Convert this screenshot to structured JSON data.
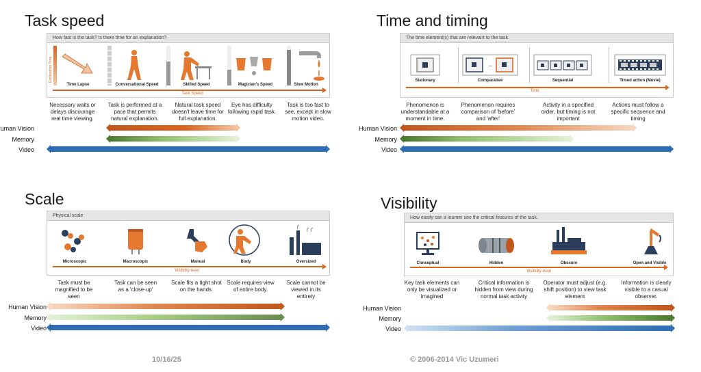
{
  "quadrants": {
    "task_speed": {
      "title": "Task speed",
      "panel_header": "How fast is the task? Is there time for an explanation?",
      "y_axis_label": "Explanation Time",
      "axis_label": "Task Speed",
      "items": [
        "Time Lapse",
        "Conversational Speed",
        "Skilled Speed",
        "Magician's Speed",
        "Slow Motion"
      ],
      "descriptions": [
        "Necessary waits or delays discourage real time viewing.",
        "Task is performed at a pace that permits natural explanation.",
        "Natural task speed doesn't leave time for full explanation.",
        "Eye has difficulty following rapid task.",
        "Task is too fast to see, except in slow motion video."
      ]
    },
    "time_timing": {
      "title": "Time and timing",
      "panel_header": "The time element(s) that are relevant to the task.",
      "axis_label": "Time",
      "items": [
        "Stationary",
        "Comparative",
        "Sequential",
        "Timed action (Movie)"
      ],
      "descriptions": [
        "Phenomenon is understandable at a moment in time.",
        "Phenomenon requires comparison of 'before' and 'after'",
        "Activity in a specified order, but timing is not important",
        "Actions must follow a specific sequence and timing"
      ]
    },
    "scale": {
      "title": "Scale",
      "panel_header": "Physical scale",
      "axis_label": "Visibility level",
      "items": [
        "Microscopic",
        "Macroscopic",
        "Manual",
        "Body",
        "Oversized"
      ],
      "descriptions": [
        "Task must be magnified to be seen",
        "Task can be seen as a 'close-up'",
        "Scale fits a tight shot on the hands.",
        "Scale requires view of entire body.",
        "Scale cannot be viewed in its entirety"
      ]
    },
    "visibility": {
      "title": "Visibility",
      "panel_header": "How easily can a learner see the critical features of the task.",
      "axis_label": "Visibility level",
      "items": [
        "Conceptual",
        "Hidden",
        "Obscure",
        "Open and Visible"
      ],
      "descriptions": [
        "Key task elements can only be visualized or imagined",
        "Critical information is hidden from view during normal task activity",
        "Operator must adjust (e.g. shift position) to view task element",
        "Information is clearly visible to a casual observer."
      ]
    }
  },
  "media_rows": [
    "Human Vision",
    "Memory",
    "Video"
  ],
  "colors": {
    "orange": "#d9641e",
    "green": "#5a8a3a",
    "blue": "#2e6db4",
    "grey_panel": "#e6e6e6"
  },
  "footer": {
    "date": "10/16/25",
    "copyright": "© 2006-2014 Vic Uzumeri"
  }
}
